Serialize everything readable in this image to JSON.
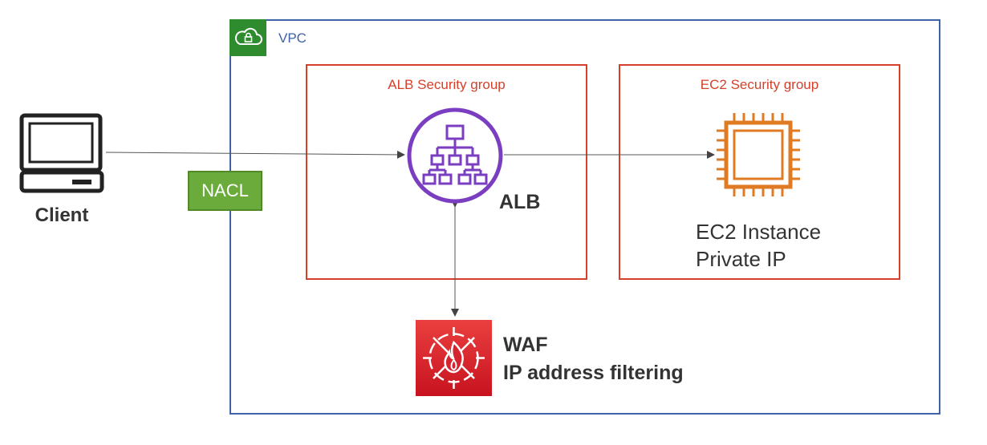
{
  "vpc": {
    "label": "VPC",
    "border_color": "#3f62a8",
    "badge_color": "#2e8b2e",
    "icon": "cloud-lock-icon"
  },
  "client": {
    "label": "Client",
    "icon": "desktop-computer-icon"
  },
  "nacl": {
    "label": "NACL",
    "color": "#6aab3c"
  },
  "alb_security_group": {
    "label": "ALB Security group",
    "border_color": "#d5402b"
  },
  "ec2_security_group": {
    "label": "EC2 Security group",
    "border_color": "#d5402b"
  },
  "alb": {
    "label": "ALB",
    "icon": "load-balancer-icon",
    "color": "#7b3ec0"
  },
  "ec2": {
    "line1": "EC2 Instance",
    "line2": "Private IP",
    "icon": "ec2-chip-icon",
    "color": "#e07b23"
  },
  "waf": {
    "title": "WAF",
    "subtitle": "IP address filtering",
    "icon": "waf-firewall-icon",
    "color": "#d62330"
  }
}
